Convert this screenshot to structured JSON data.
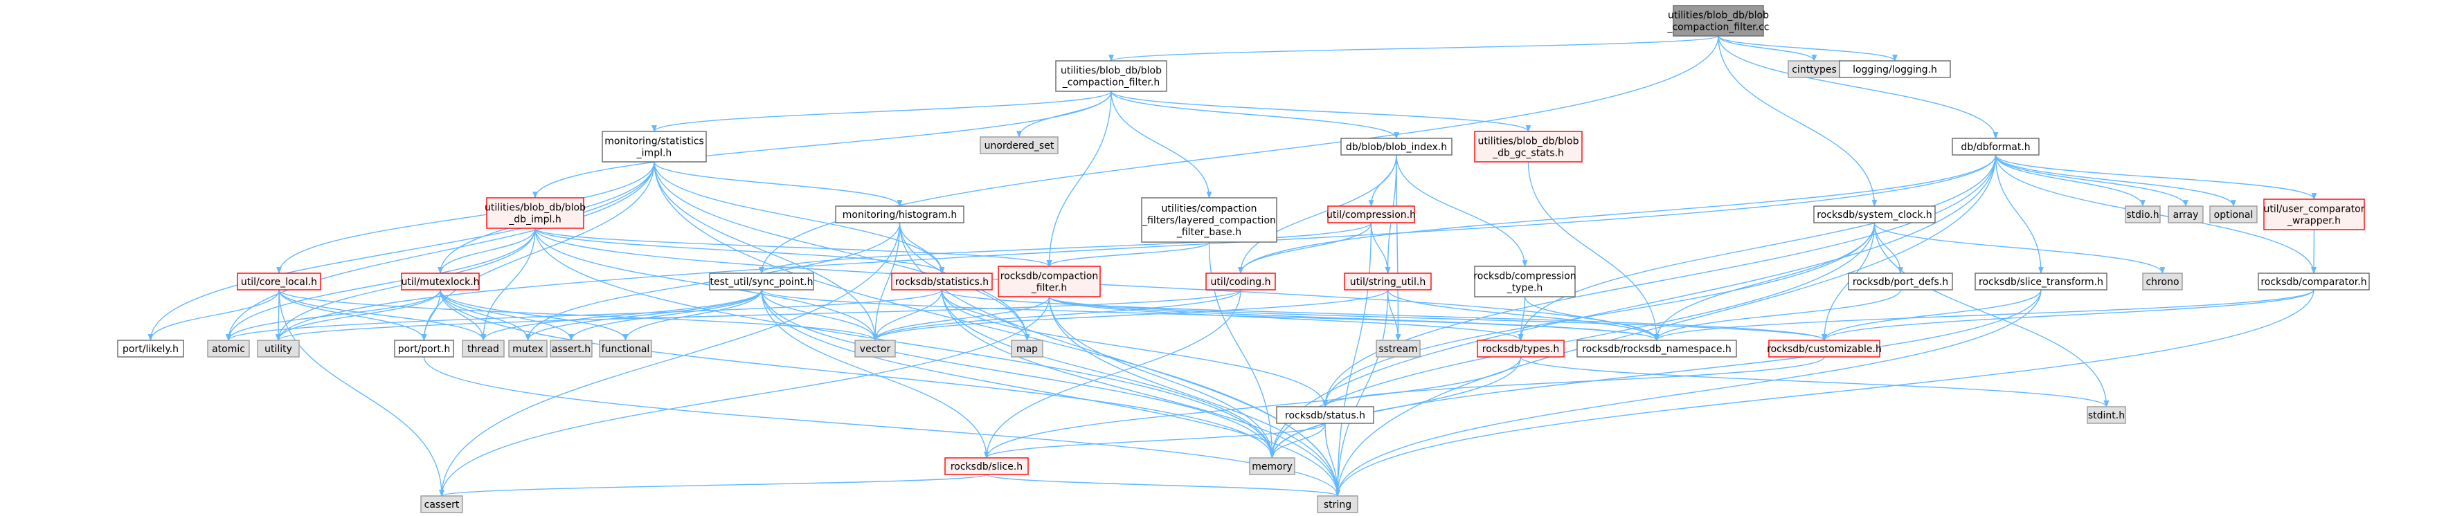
{
  "colors": {
    "root_fill": "#999999",
    "root_stroke": "#666666",
    "node_fill": "#ffffff",
    "node_stroke": "#666666",
    "system_fill": "#e0e0e0",
    "system_stroke": "#999999",
    "incomplete_fill": "#fff0f0",
    "incomplete_stroke": "#ff0000",
    "edge": "#63b8ff"
  },
  "nodes": [
    {
      "id": "root",
      "kind": "root",
      "lines": [
        "utilities/blob_db/blob",
        "_compaction_filter.cc"
      ]
    },
    {
      "id": "bcf_h",
      "kind": "node",
      "lines": [
        "utilities/blob_db/blob",
        "_compaction_filter.h"
      ]
    },
    {
      "id": "cinttypes",
      "kind": "system",
      "lines": [
        "cinttypes"
      ]
    },
    {
      "id": "logging_h",
      "kind": "node",
      "lines": [
        "logging/logging.h"
      ]
    },
    {
      "id": "dbformat_h",
      "kind": "node",
      "lines": [
        "db/dbformat.h"
      ]
    },
    {
      "id": "stats_impl_h",
      "kind": "node",
      "lines": [
        "monitoring/statistics",
        "_impl.h"
      ]
    },
    {
      "id": "unordered_set",
      "kind": "system",
      "lines": [
        "unordered_set"
      ]
    },
    {
      "id": "blob_index_h",
      "kind": "node",
      "lines": [
        "db/blob/blob_index.h"
      ]
    },
    {
      "id": "gc_stats_h",
      "kind": "incomplete",
      "lines": [
        "utilities/blob_db/blob",
        "_db_gc_stats.h"
      ]
    },
    {
      "id": "blob_db_impl_h",
      "kind": "incomplete",
      "lines": [
        "utilities/blob_db/blob",
        "_db_impl.h"
      ]
    },
    {
      "id": "histogram_h",
      "kind": "node",
      "lines": [
        "monitoring/histogram.h"
      ]
    },
    {
      "id": "layered_h",
      "kind": "node",
      "lines": [
        "utilities/compaction",
        "_filters/layered_compaction",
        "_filter_base.h"
      ]
    },
    {
      "id": "compression_h",
      "kind": "incomplete",
      "lines": [
        "util/compression.h"
      ]
    },
    {
      "id": "system_clock_h",
      "kind": "node",
      "lines": [
        "rocksdb/system_clock.h"
      ]
    },
    {
      "id": "stdio_h",
      "kind": "system",
      "lines": [
        "stdio.h"
      ]
    },
    {
      "id": "array",
      "kind": "system",
      "lines": [
        "array"
      ]
    },
    {
      "id": "optional",
      "kind": "system",
      "lines": [
        "optional"
      ]
    },
    {
      "id": "ucw_h",
      "kind": "incomplete",
      "lines": [
        "util/user_comparator",
        "_wrapper.h"
      ]
    },
    {
      "id": "core_local_h",
      "kind": "incomplete",
      "lines": [
        "util/core_local.h"
      ]
    },
    {
      "id": "mutexlock_h",
      "kind": "incomplete",
      "lines": [
        "util/mutexlock.h"
      ]
    },
    {
      "id": "sync_point_h",
      "kind": "node",
      "lines": [
        "test_util/sync_point.h"
      ]
    },
    {
      "id": "rstatistics_h",
      "kind": "incomplete",
      "lines": [
        "rocksdb/statistics.h"
      ]
    },
    {
      "id": "cfilter_h",
      "kind": "incomplete",
      "lines": [
        "rocksdb/compaction",
        "_filter.h"
      ]
    },
    {
      "id": "coding_h",
      "kind": "incomplete",
      "lines": [
        "util/coding.h"
      ]
    },
    {
      "id": "string_util_h",
      "kind": "incomplete",
      "lines": [
        "util/string_util.h"
      ]
    },
    {
      "id": "ctype_h",
      "kind": "node",
      "lines": [
        "rocksdb/compression",
        "_type.h"
      ]
    },
    {
      "id": "port_defs_h",
      "kind": "node",
      "lines": [
        "rocksdb/port_defs.h"
      ]
    },
    {
      "id": "slice_transform_h",
      "kind": "node",
      "lines": [
        "rocksdb/slice_transform.h"
      ]
    },
    {
      "id": "chrono",
      "kind": "system",
      "lines": [
        "chrono"
      ]
    },
    {
      "id": "comparator_h",
      "kind": "node",
      "lines": [
        "rocksdb/comparator.h"
      ]
    },
    {
      "id": "likely_h",
      "kind": "node",
      "lines": [
        "port/likely.h"
      ]
    },
    {
      "id": "atomic",
      "kind": "system",
      "lines": [
        "atomic"
      ]
    },
    {
      "id": "utility",
      "kind": "system",
      "lines": [
        "utility"
      ]
    },
    {
      "id": "port_h",
      "kind": "node",
      "lines": [
        "port/port.h"
      ]
    },
    {
      "id": "thread",
      "kind": "system",
      "lines": [
        "thread"
      ]
    },
    {
      "id": "mutex",
      "kind": "system",
      "lines": [
        "mutex"
      ]
    },
    {
      "id": "assert_h",
      "kind": "system",
      "lines": [
        "assert.h"
      ]
    },
    {
      "id": "functional",
      "kind": "system",
      "lines": [
        "functional"
      ]
    },
    {
      "id": "vector",
      "kind": "system",
      "lines": [
        "vector"
      ]
    },
    {
      "id": "map",
      "kind": "system",
      "lines": [
        "map"
      ]
    },
    {
      "id": "sstream",
      "kind": "system",
      "lines": [
        "sstream"
      ]
    },
    {
      "id": "types_h",
      "kind": "incomplete",
      "lines": [
        "rocksdb/types.h"
      ]
    },
    {
      "id": "ns_h",
      "kind": "node",
      "lines": [
        "rocksdb/rocksdb_namespace.h"
      ]
    },
    {
      "id": "customizable_h",
      "kind": "incomplete",
      "lines": [
        "rocksdb/customizable.h"
      ]
    },
    {
      "id": "status_h",
      "kind": "node",
      "lines": [
        "rocksdb/status.h"
      ]
    },
    {
      "id": "stdint_h",
      "kind": "system",
      "lines": [
        "stdint.h"
      ]
    },
    {
      "id": "memory",
      "kind": "system",
      "lines": [
        "memory"
      ]
    },
    {
      "id": "slice_h",
      "kind": "incomplete",
      "lines": [
        "rocksdb/slice.h"
      ]
    },
    {
      "id": "cassert",
      "kind": "system",
      "lines": [
        "cassert"
      ]
    },
    {
      "id": "string",
      "kind": "system",
      "lines": [
        "string"
      ]
    }
  ],
  "edges": [
    [
      "root",
      "bcf_h"
    ],
    [
      "root",
      "cinttypes"
    ],
    [
      "root",
      "logging_h"
    ],
    [
      "root",
      "dbformat_h"
    ],
    [
      "root",
      "sync_point_h"
    ],
    [
      "root",
      "system_clock_h"
    ],
    [
      "bcf_h",
      "unordered_set"
    ],
    [
      "bcf_h",
      "stats_impl_h"
    ],
    [
      "bcf_h",
      "blob_index_h"
    ],
    [
      "bcf_h",
      "gc_stats_h"
    ],
    [
      "bcf_h",
      "blob_db_impl_h"
    ],
    [
      "bcf_h",
      "layered_h"
    ],
    [
      "bcf_h",
      "cfilter_h"
    ],
    [
      "stats_impl_h",
      "histogram_h"
    ],
    [
      "stats_impl_h",
      "core_local_h"
    ],
    [
      "stats_impl_h",
      "mutexlock_h"
    ],
    [
      "stats_impl_h",
      "port_h"
    ],
    [
      "stats_impl_h",
      "rstatistics_h"
    ],
    [
      "stats_impl_h",
      "likely_h"
    ],
    [
      "stats_impl_h",
      "vector"
    ],
    [
      "stats_impl_h",
      "map"
    ],
    [
      "stats_impl_h",
      "string"
    ],
    [
      "stats_impl_h",
      "atomic"
    ],
    [
      "histogram_h",
      "rstatistics_h"
    ],
    [
      "histogram_h",
      "cassert"
    ],
    [
      "histogram_h",
      "string"
    ],
    [
      "histogram_h",
      "vector"
    ],
    [
      "histogram_h",
      "map"
    ],
    [
      "histogram_h",
      "mutex"
    ],
    [
      "blob_db_impl_h",
      "atomic"
    ],
    [
      "blob_db_impl_h",
      "thread"
    ],
    [
      "blob_db_impl_h",
      "mutexlock_h"
    ],
    [
      "blob_db_impl_h",
      "memory"
    ],
    [
      "blob_db_impl_h",
      "vector"
    ],
    [
      "blob_db_impl_h",
      "utility"
    ],
    [
      "blob_db_impl_h",
      "cfilter_h"
    ],
    [
      "blob_db_impl_h",
      "rstatistics_h"
    ],
    [
      "blob_db_impl_h",
      "ns_h"
    ],
    [
      "blob_index_h",
      "coding_h"
    ],
    [
      "blob_index_h",
      "compression_h"
    ],
    [
      "blob_index_h",
      "string_util_h"
    ],
    [
      "blob_index_h",
      "ctype_h"
    ],
    [
      "blob_index_h",
      "sstream"
    ],
    [
      "gc_stats_h",
      "ns_h"
    ],
    [
      "layered_h",
      "cfilter_h"
    ],
    [
      "layered_h",
      "memory"
    ],
    [
      "compression_h",
      "coding_h"
    ],
    [
      "compression_h",
      "string_util_h"
    ],
    [
      "compression_h",
      "sync_point_h"
    ],
    [
      "compression_h",
      "string"
    ],
    [
      "dbformat_h",
      "stdio_h"
    ],
    [
      "dbformat_h",
      "array"
    ],
    [
      "dbformat_h",
      "optional"
    ],
    [
      "dbformat_h",
      "ucw_h"
    ],
    [
      "dbformat_h",
      "comparator_h"
    ],
    [
      "dbformat_h",
      "slice_transform_h"
    ],
    [
      "dbformat_h",
      "types_h"
    ],
    [
      "dbformat_h",
      "coding_h"
    ],
    [
      "dbformat_h",
      "status_h"
    ],
    [
      "dbformat_h",
      "memory"
    ],
    [
      "dbformat_h",
      "string"
    ],
    [
      "dbformat_h",
      "utility"
    ],
    [
      "ucw_h",
      "comparator_h"
    ],
    [
      "comparator_h",
      "customizable_h"
    ],
    [
      "comparator_h",
      "string"
    ],
    [
      "comparator_h",
      "ns_h"
    ],
    [
      "system_clock_h",
      "port_defs_h"
    ],
    [
      "system_clock_h",
      "chrono"
    ],
    [
      "system_clock_h",
      "customizable_h"
    ],
    [
      "system_clock_h",
      "ns_h"
    ],
    [
      "system_clock_h",
      "status_h"
    ],
    [
      "system_clock_h",
      "stdint_h"
    ],
    [
      "system_clock_h",
      "memory"
    ],
    [
      "slice_transform_h",
      "customizable_h"
    ],
    [
      "slice_transform_h",
      "string"
    ],
    [
      "slice_transform_h",
      "memory"
    ],
    [
      "port_defs_h",
      "ns_h"
    ],
    [
      "core_local_h",
      "utility"
    ],
    [
      "core_local_h",
      "vector"
    ],
    [
      "core_local_h",
      "port_h"
    ],
    [
      "core_local_h",
      "likely_h"
    ],
    [
      "core_local_h",
      "cassert"
    ],
    [
      "core_local_h",
      "thread"
    ],
    [
      "mutexlock_h",
      "atomic"
    ],
    [
      "mutexlock_h",
      "assert_h"
    ],
    [
      "mutexlock_h",
      "mutex"
    ],
    [
      "mutexlock_h",
      "thread"
    ],
    [
      "mutexlock_h",
      "memory"
    ],
    [
      "mutexlock_h",
      "functional"
    ],
    [
      "mutexlock_h",
      "port_h"
    ],
    [
      "mutexlock_h",
      "utility"
    ],
    [
      "sync_point_h",
      "assert_h"
    ],
    [
      "sync_point_h",
      "functional"
    ],
    [
      "sync_point_h",
      "mutex"
    ],
    [
      "sync_point_h",
      "memory"
    ],
    [
      "sync_point_h",
      "string"
    ],
    [
      "sync_point_h",
      "thread"
    ],
    [
      "sync_point_h",
      "vector"
    ],
    [
      "sync_point_h",
      "slice_h"
    ],
    [
      "sync_point_h",
      "ns_h"
    ],
    [
      "rstatistics_h",
      "map"
    ],
    [
      "rstatistics_h",
      "vector"
    ],
    [
      "rstatistics_h",
      "memory"
    ],
    [
      "rstatistics_h",
      "string"
    ],
    [
      "rstatistics_h",
      "status_h"
    ],
    [
      "rstatistics_h",
      "customizable_h"
    ],
    [
      "rstatistics_h",
      "atomic"
    ],
    [
      "cfilter_h",
      "cassert"
    ],
    [
      "cfilter_h",
      "memory"
    ],
    [
      "cfilter_h",
      "string"
    ],
    [
      "cfilter_h",
      "vector"
    ],
    [
      "cfilter_h",
      "customizable_h"
    ],
    [
      "cfilter_h",
      "types_h"
    ],
    [
      "cfilter_h",
      "ns_h"
    ],
    [
      "coding_h",
      "slice_h"
    ],
    [
      "coding_h",
      "vector"
    ],
    [
      "coding_h",
      "utility"
    ],
    [
      "string_util_h",
      "vector"
    ],
    [
      "string_util_h",
      "string"
    ],
    [
      "string_util_h",
      "ns_h"
    ],
    [
      "string_util_h",
      "sstream"
    ],
    [
      "ctype_h",
      "types_h"
    ],
    [
      "ctype_h",
      "ns_h"
    ],
    [
      "port_h",
      "string"
    ],
    [
      "types_h",
      "slice_h"
    ],
    [
      "types_h",
      "stdint_h"
    ],
    [
      "types_h",
      "memory"
    ],
    [
      "status_h",
      "memory"
    ],
    [
      "status_h",
      "string"
    ],
    [
      "status_h",
      "slice_h"
    ],
    [
      "slice_h",
      "cassert"
    ],
    [
      "slice_h",
      "string"
    ],
    [
      "customizable_h",
      "status_h"
    ]
  ]
}
